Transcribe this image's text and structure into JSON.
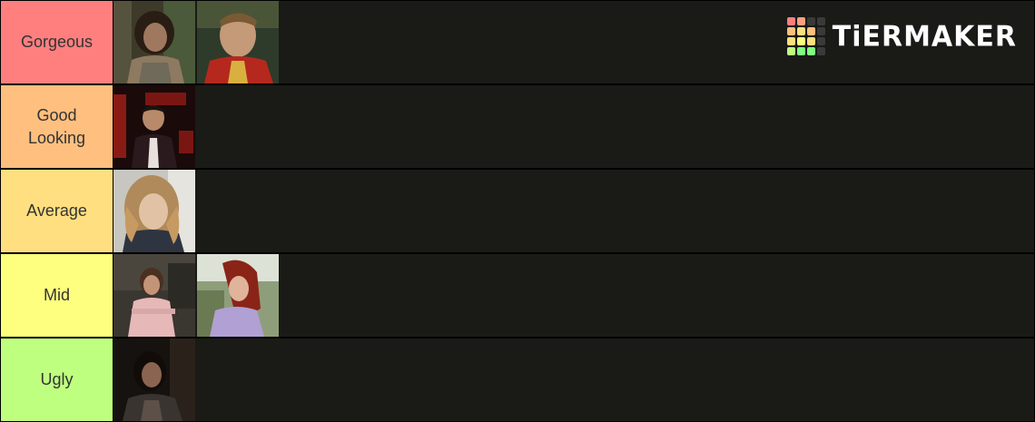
{
  "tiers": [
    {
      "label": "Gorgeous",
      "color": "#ff7f7f",
      "items": [
        {
          "photo": "man-long-dark-hair-tank-top"
        },
        {
          "photo": "young-man-red-jacket"
        }
      ]
    },
    {
      "label": "Good Looking",
      "color": "#ffbf7f",
      "items": [
        {
          "photo": "man-suit-red-carpet-mulan-backdrop"
        }
      ]
    },
    {
      "label": "Average",
      "color": "#ffdf7f",
      "items": [
        {
          "photo": "woman-blonde-wavy-hair"
        }
      ]
    },
    {
      "label": "Mid",
      "color": "#ffff7f",
      "items": [
        {
          "photo": "woman-pink-shirt-standing"
        },
        {
          "photo": "woman-red-hair-lavender-shirt"
        }
      ]
    },
    {
      "label": "Ugly",
      "color": "#bfff7f",
      "items": [
        {
          "photo": "woman-dark-hair-dim-room"
        }
      ]
    }
  ],
  "logo": {
    "text": "TiERMAKER",
    "grid_colors": [
      "#ff7f7f",
      "#ff9f7f",
      "#3a3a3a",
      "#3a3a3a",
      "#ffbf7f",
      "#ffdf7f",
      "#ffbf7f",
      "#3a3a3a",
      "#ffdf7f",
      "#ffff7f",
      "#ffdf7f",
      "#3a3a3a",
      "#bfff7f",
      "#7fff7f",
      "#7fff7f",
      "#3a3a3a"
    ]
  }
}
